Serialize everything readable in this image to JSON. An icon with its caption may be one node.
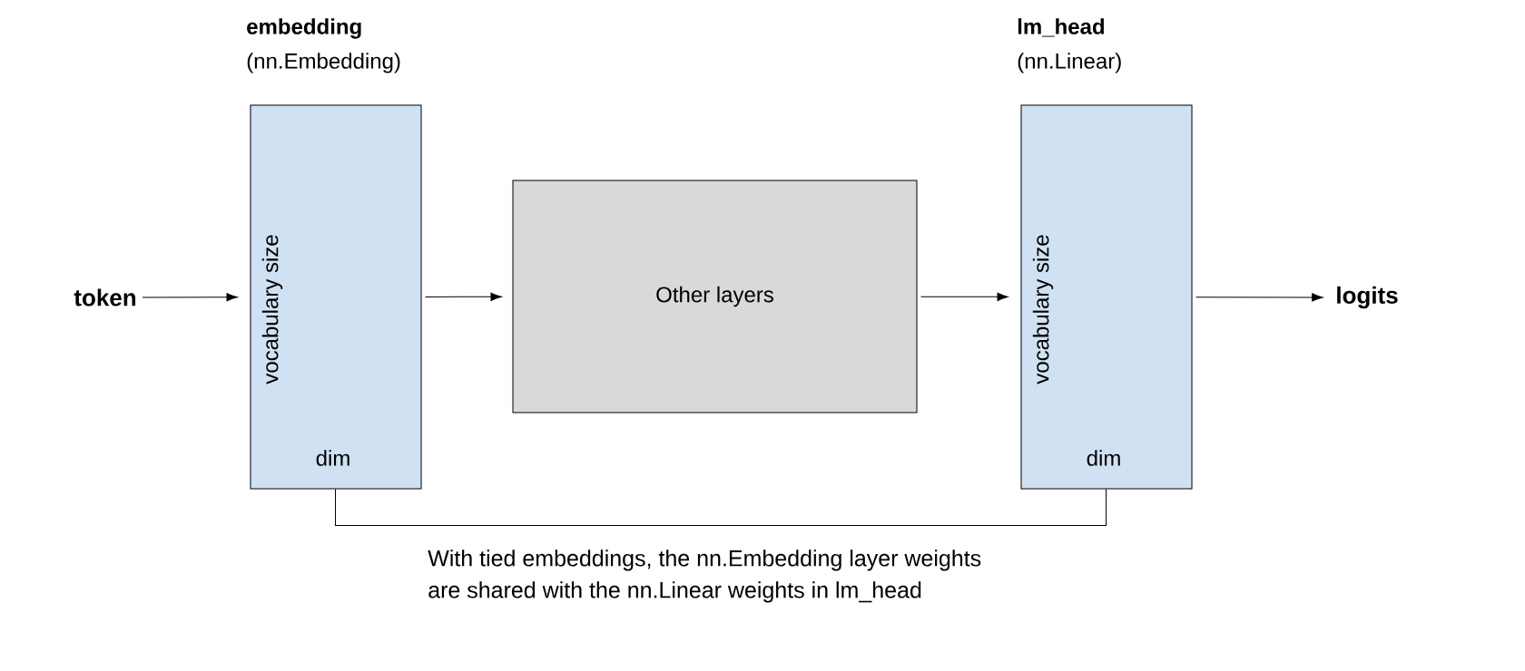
{
  "diagram": {
    "nodes": [
      {
        "text": [
          "token"
        ]
      },
      {
        "text": [
          "embedding",
          "(nn.Embedding)",
          "vocabulary size",
          "dim"
        ]
      },
      {
        "text": [
          "Other layers"
        ]
      },
      {
        "text": [
          "lm_head",
          "(nn.Linear)",
          "vocabulary size",
          "dim"
        ]
      },
      {
        "text": [
          "logits"
        ]
      }
    ],
    "edges": [
      {
        "from": 0,
        "to": 1,
        "arrow": "to"
      },
      {
        "from": 1,
        "to": 2,
        "arrow": "to"
      },
      {
        "from": 2,
        "to": 3,
        "arrow": "to"
      },
      {
        "from": 3,
        "to": 4,
        "arrow": "to"
      },
      {
        "from": 1,
        "to": 3,
        "arrow": "none"
      }
    ],
    "labels": [
      "With tied embeddings, the nn.Embedding layer weights are shared with the nn.Linear weights in lm_head"
    ]
  }
}
